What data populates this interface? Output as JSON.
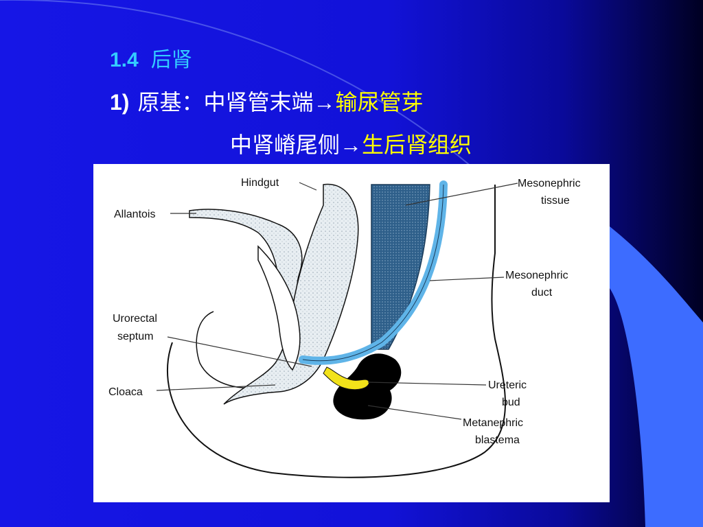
{
  "title": {
    "number": "1.4",
    "text": "后肾"
  },
  "line1": {
    "number": "1)",
    "prefix": "原基：中肾管末端→",
    "highlight": "输尿管芽"
  },
  "line2": {
    "prefix": "中肾嵴尾侧→",
    "highlight": "生后肾组织"
  },
  "diagram": {
    "labels": {
      "hindgut": "Hindgut",
      "allantois": "Allantois",
      "urorectal_line1": "Urorectal",
      "urorectal_line2": "septum",
      "cloaca": "Cloaca",
      "mesonephric_tissue_line1": "Mesonephric",
      "mesonephric_tissue_line2": "tissue",
      "mesonephric_duct_line1": "Mesonephric",
      "mesonephric_duct_line2": "duct",
      "ureteric_bud_line1": "Ureteric",
      "ureteric_bud_line2": "bud",
      "metanephric_line1": "Metanephric",
      "metanephric_line2": "blastema"
    }
  },
  "colors": {
    "background": "#1414e0",
    "title": "#33ccff",
    "highlight": "#ffff00",
    "mesonephric_tissue": "#2e5f8a",
    "mesonephric_duct": "#5fb4e8",
    "ureteric_bud": "#f2e21a",
    "metanephric_blastema": "#000000"
  }
}
